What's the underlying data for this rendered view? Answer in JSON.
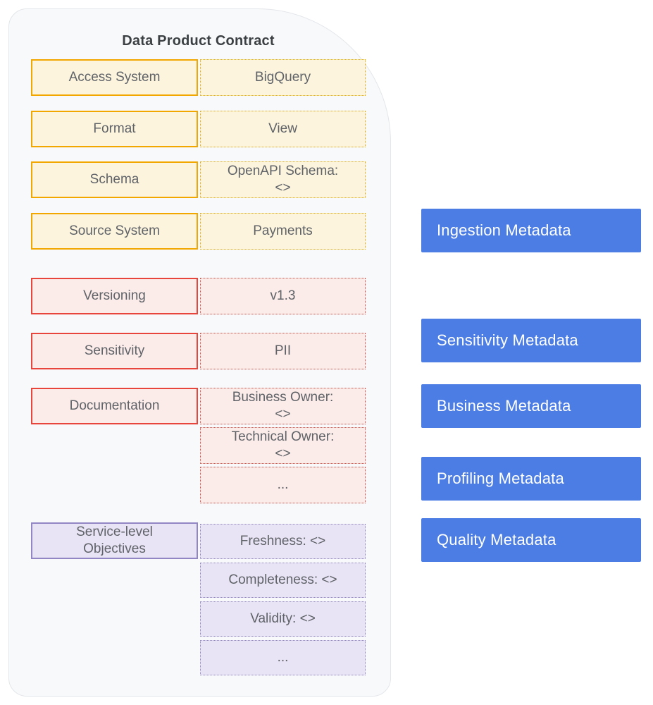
{
  "title": "Data Product Contract",
  "rows": [
    {
      "label": "Access System",
      "values": [
        "BigQuery"
      ]
    },
    {
      "label": "Format",
      "values": [
        "View"
      ]
    },
    {
      "label": "Schema",
      "values": [
        "OpenAPI Schema:\n<>"
      ]
    },
    {
      "label": "Source System",
      "values": [
        "Payments"
      ]
    },
    {
      "label": "Versioning",
      "values": [
        "v1.3"
      ]
    },
    {
      "label": "Sensitivity",
      "values": [
        "PII"
      ]
    },
    {
      "label": "Documentation",
      "values": [
        "Business Owner:\n<>",
        "Technical Owner:\n<>",
        "..."
      ]
    },
    {
      "label": "Service-level\nObjectives",
      "values": [
        "Freshness: <>",
        "Completeness: <>",
        "Validity: <>",
        "..."
      ]
    }
  ],
  "metadata_labels": [
    "Ingestion Metadata",
    "Sensitivity Metadata",
    "Business Metadata",
    "Profiling Metadata",
    "Quality Metadata"
  ],
  "colors": {
    "panel_bg": "#F8F9FA",
    "panel_border": "#E3E6EA",
    "title_color": "#3C4043",
    "text_gray": "#5F6368",
    "ingestion_border": "#F2A600",
    "ingestion_fill": "#FDF4DE",
    "governance_border": "#E8463C",
    "governance_fill": "#FBEBE9",
    "quality_border": "#9286C5",
    "quality_fill": "#E8E3F5",
    "metadata_blue": "#4C7DE4"
  }
}
